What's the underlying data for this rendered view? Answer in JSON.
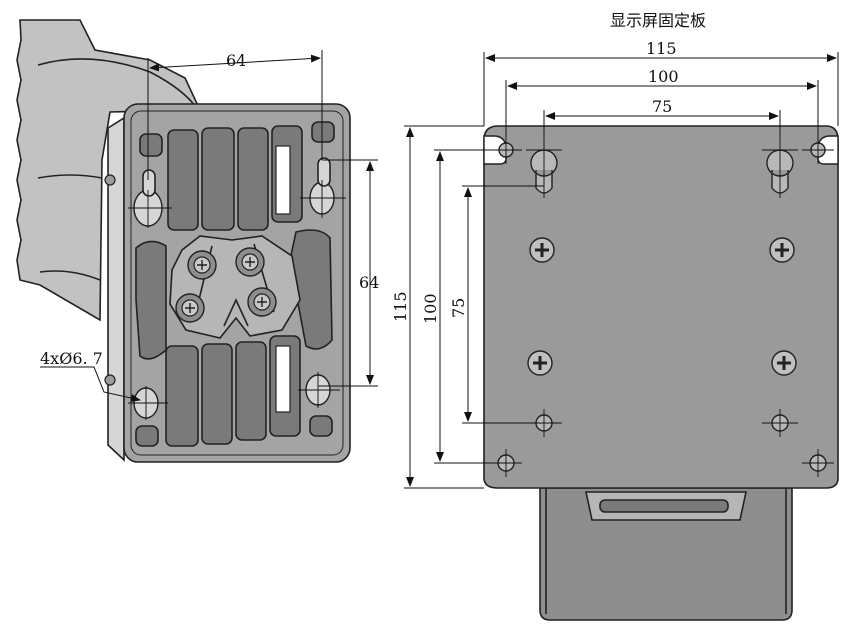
{
  "title": "显示屏固定板",
  "left_view": {
    "dim_top": "64",
    "dim_right": "64",
    "hole_callout": "4xØ6. 7"
  },
  "right_view": {
    "dims_horizontal": [
      "115",
      "100",
      "75"
    ],
    "dims_vertical": [
      "115",
      "100",
      "75"
    ]
  },
  "colors": {
    "plate_face": "#9c9c9c",
    "plate_edge": "#d6d6d6",
    "slot_fill": "#7a7a7a",
    "arm_fill": "#c2c2c2",
    "mount_plate": "#9a9a9a",
    "mount_body": "#8e8e8e"
  }
}
